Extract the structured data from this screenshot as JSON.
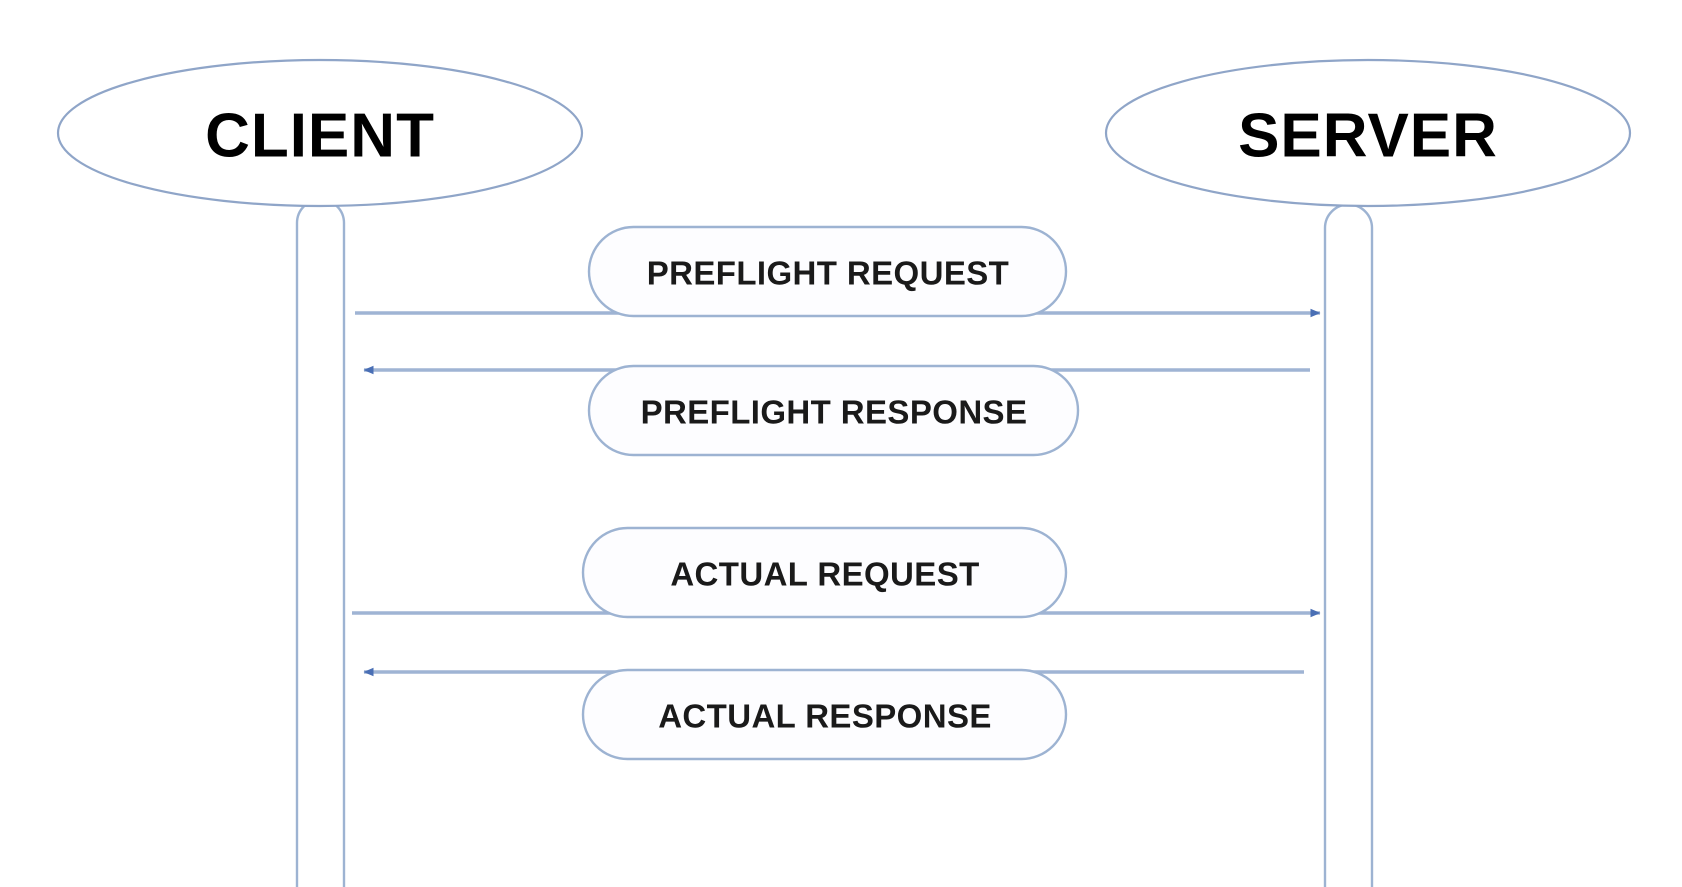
{
  "diagram": {
    "title": "CORS preflight sequence diagram",
    "background_color": "#ffffff",
    "stroke_color": "#9db3d2",
    "arrow_color": "#4a6fb5",
    "text_color": "#000000",
    "actors": [
      {
        "id": "client",
        "label": "CLIENT",
        "side": "left"
      },
      {
        "id": "server",
        "label": "SERVER",
        "side": "right"
      }
    ],
    "messages": [
      {
        "id": "preflight-request",
        "label": "PREFLIGHT REQUEST",
        "direction": "right",
        "order": 1
      },
      {
        "id": "preflight-response",
        "label": "PREFLIGHT RESPONSE",
        "direction": "left",
        "order": 2
      },
      {
        "id": "actual-request",
        "label": "ACTUAL REQUEST",
        "direction": "right",
        "order": 3
      },
      {
        "id": "actual-response",
        "label": "ACTUAL RESPONSE",
        "direction": "left",
        "order": 4
      }
    ]
  }
}
